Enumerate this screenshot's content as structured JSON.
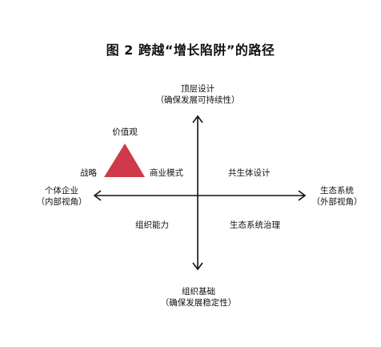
{
  "title": "图 2  跨越“增长陷阱”的路径",
  "axes": {
    "top": {
      "label": "顶层设计",
      "sub": "（确保发展可持续性）"
    },
    "bottom": {
      "label": "组织基础",
      "sub": "（确保发展稳定性）"
    },
    "left": {
      "label": "个体企业",
      "sub": "（内部视角）"
    },
    "right": {
      "label": "生态系统",
      "sub": "（外部视角）"
    }
  },
  "quadrants": {
    "top_left_apex": "价值观",
    "top_left_left": "战略",
    "top_left_right": "商业模式",
    "top_right": "共生体设计",
    "bottom_left": "组织能力",
    "bottom_right": "生态系统治理"
  },
  "colors": {
    "triangle": "#d0394a",
    "axis": "#111111"
  }
}
